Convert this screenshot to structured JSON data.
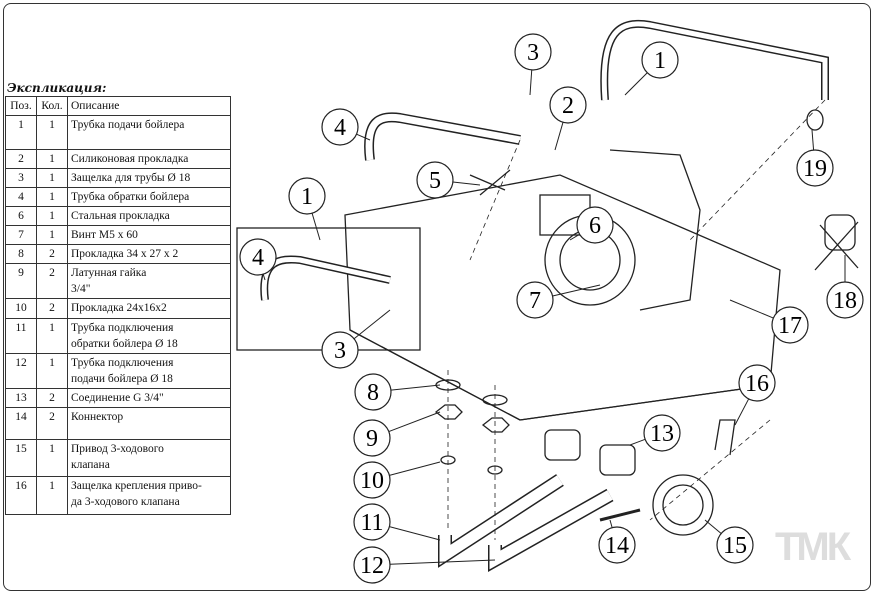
{
  "legend": {
    "title": "Экспликация:",
    "headers": [
      "Поз.",
      "Кол.",
      "Описание"
    ],
    "rows": [
      {
        "pos": "1",
        "qty": "1",
        "desc": "Трубка подачи бойлера",
        "h": 34
      },
      {
        "pos": "2",
        "qty": "1",
        "desc": "Силиконовая прокладка",
        "h": 19
      },
      {
        "pos": "3",
        "qty": "1",
        "desc": "Защелка для трубы Ø 18",
        "h": 18
      },
      {
        "pos": "4",
        "qty": "1",
        "desc": "Трубка обратки бойлера",
        "h": 19
      },
      {
        "pos": "6",
        "qty": "1",
        "desc": "Стальная прокладка",
        "h": 19
      },
      {
        "pos": "7",
        "qty": "1",
        "desc": "Винт М5 х 60",
        "h": 19
      },
      {
        "pos": "8",
        "qty": "2",
        "desc": "Прокладка 34 х 27 х 2",
        "h": 19
      },
      {
        "pos": "9",
        "qty": "2",
        "desc": "Латунная гайка\n3/4\"",
        "h": 32
      },
      {
        "pos": "10",
        "qty": "2",
        "desc": "Прокладка 24х16х2",
        "h": 20
      },
      {
        "pos": "11",
        "qty": "1",
        "desc": "Трубка подключения\nобратки бойлера  Ø 18",
        "h": 33
      },
      {
        "pos": "12",
        "qty": "1",
        "desc": "Трубка подключения\nподачи бойлера Ø 18",
        "h": 33
      },
      {
        "pos": "13",
        "qty": "2",
        "desc": "Соединение G 3/4\"",
        "h": 19
      },
      {
        "pos": "14",
        "qty": "2",
        "desc": "Коннектор",
        "h": 32
      },
      {
        "pos": "15",
        "qty": "1",
        "desc": "Привод 3-ходового\nклапана",
        "h": 37
      },
      {
        "pos": "16",
        "qty": "1",
        "desc": "Защелка крепления приво-\nда 3-ходового клапана",
        "h": 38
      }
    ]
  },
  "callouts": [
    "1",
    "2",
    "3",
    "4",
    "5",
    "6",
    "7",
    "19",
    "18",
    "17",
    "1",
    "4",
    "3",
    "8",
    "9",
    "10",
    "11",
    "12",
    "13",
    "16",
    "14",
    "15"
  ],
  "watermark": "ТМК",
  "colors": {
    "line": "#222222",
    "watermark": "#dddddd"
  }
}
